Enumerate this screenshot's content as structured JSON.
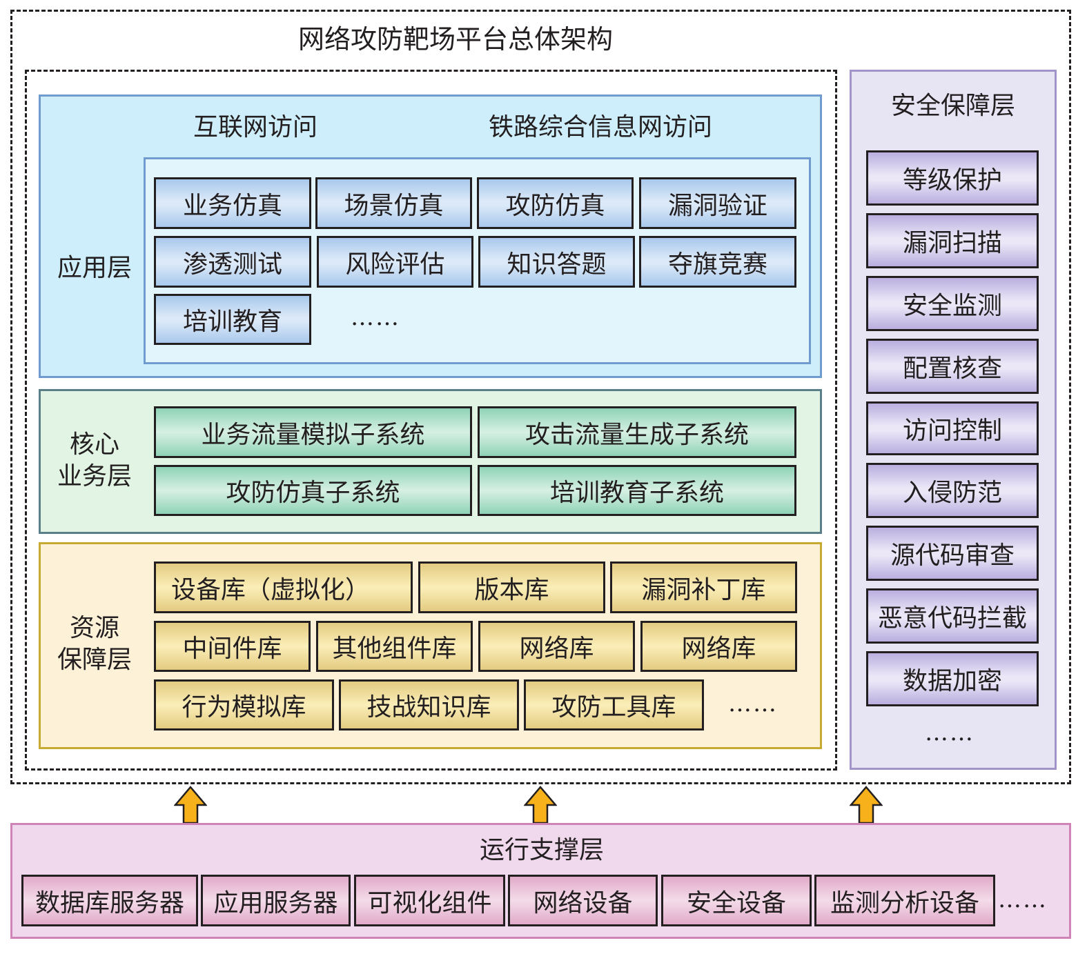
{
  "title": "网络攻防靶场平台总体架构",
  "application_layer": {
    "label": "应用层",
    "access": [
      "互联网访问",
      "铁路综合信息网访问"
    ],
    "items": [
      "业务仿真",
      "场景仿真",
      "攻防仿真",
      "漏洞验证",
      "渗透测试",
      "风险评估",
      "知识答题",
      "夺旗竞赛",
      "培训教育"
    ],
    "more": "……"
  },
  "core_layer": {
    "label_line1": "核心",
    "label_line2": "业务层",
    "items": [
      "业务流量模拟子系统",
      "攻击流量生成子系统",
      "攻防仿真子系统",
      "培训教育子系统"
    ]
  },
  "resource_layer": {
    "label_line1": "资源",
    "label_line2": "保障层",
    "items": [
      "设备库（虚拟化）",
      "版本库",
      "漏洞补丁库",
      "中间件库",
      "其他组件库",
      "网络库",
      "网络库",
      "行为模拟库",
      "技战知识库",
      "攻防工具库"
    ],
    "more": "……"
  },
  "security_layer": {
    "label": "安全保障层",
    "items": [
      "等级保护",
      "漏洞扫描",
      "安全监测",
      "配置核查",
      "访问控制",
      "入侵防范",
      "源代码审查",
      "恶意代码拦截",
      "数据加密"
    ],
    "more": "……"
  },
  "operation_layer": {
    "label": "运行支撑层",
    "items": [
      "数据库服务器",
      "应用服务器",
      "可视化组件",
      "网络设备",
      "安全设备",
      "监测分析设备"
    ],
    "more": "……"
  },
  "colors": {
    "arrow_fill": "#f7b21b",
    "application": "#cdeefa",
    "core": "#e2f4e3",
    "resource": "#fdf1d8",
    "security": "#e7e4f4",
    "operation": "#f0d9ed"
  }
}
